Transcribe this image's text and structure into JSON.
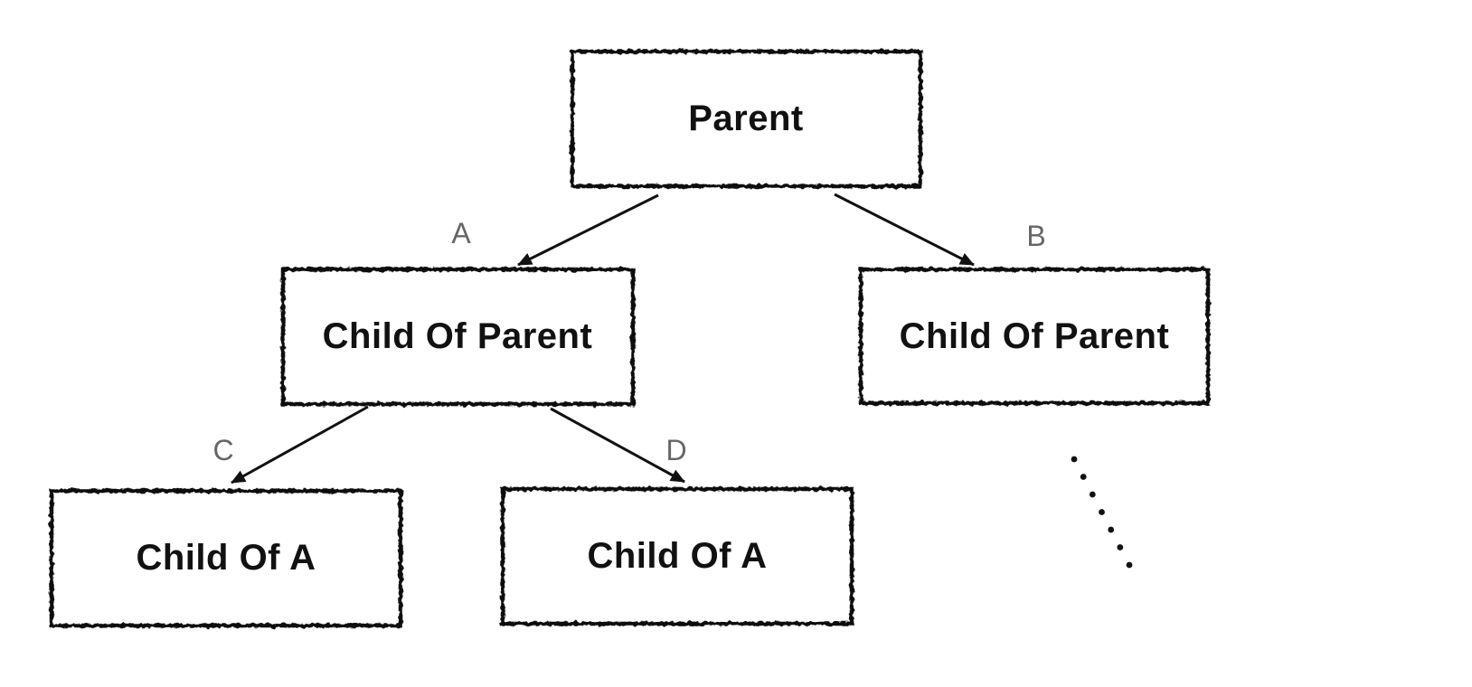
{
  "diagram": {
    "type": "tree",
    "nodes": [
      {
        "id": "parent",
        "label": "Parent"
      },
      {
        "id": "child-left",
        "label": "Child Of Parent"
      },
      {
        "id": "child-right",
        "label": "Child Of Parent"
      },
      {
        "id": "grandchild-left",
        "label": "Child Of A"
      },
      {
        "id": "grandchild-right",
        "label": "Child Of A"
      }
    ],
    "edges": [
      {
        "label": "A",
        "from": "parent",
        "to": "child-left"
      },
      {
        "label": "B",
        "from": "parent",
        "to": "child-right"
      },
      {
        "label": "C",
        "from": "child-left",
        "to": "grandchild-left"
      },
      {
        "label": "D",
        "from": "child-left",
        "to": "grandchild-right"
      }
    ],
    "continuation": {
      "dot_count": 7
    },
    "colors": {
      "background": "#ffffff",
      "node_fill": "#ffffff",
      "node_border": "#0d0d0d",
      "node_text": "#111111",
      "edge": "#111111",
      "edge_label": "#666666"
    }
  }
}
